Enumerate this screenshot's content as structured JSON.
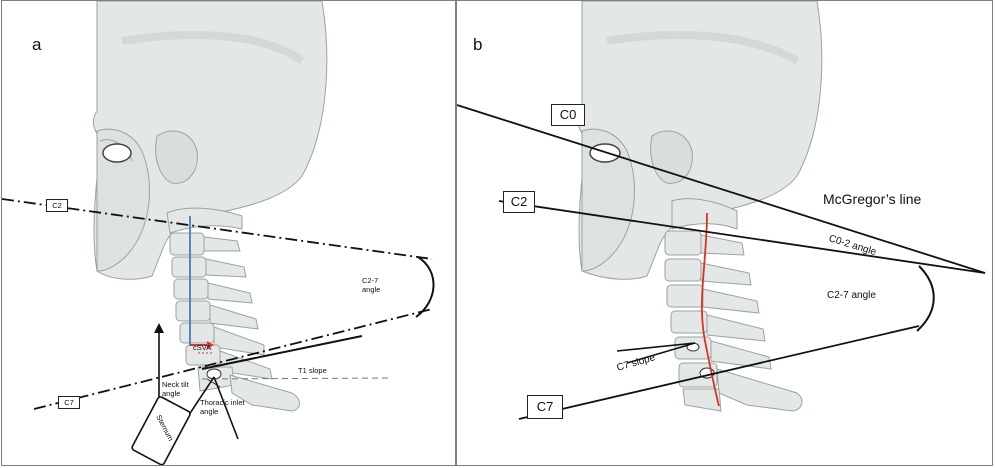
{
  "panel_a": {
    "letter": "a",
    "labels": {
      "c2": "C2",
      "c7": "C7",
      "c2_7_angle": "C2-7 angle",
      "csva": "cSVA",
      "t1_slope": "T1 slope",
      "neck_tilt_angle": "Neck tilt angle",
      "thoracic_inlet_angle": "Thoracic inlet angle",
      "sternum": "Sternum"
    }
  },
  "panel_b": {
    "letter": "b",
    "labels": {
      "c0": "C0",
      "c2": "C2",
      "c7": "C7",
      "mcgregors_line": "McGregor’s line",
      "c0_2_angle": "C0-2 angle",
      "c2_7_angle": "C2-7 angle",
      "c7_slope": "C7 slope"
    }
  },
  "colors": {
    "bone_fill": "#e3e7e6",
    "bone_stroke": "#9aa3a2",
    "bone_shadow": "#c8cfce",
    "plumb_line": "#4a79c4",
    "csva_arrow": "#d43a2a",
    "spine_curve": "#e03020",
    "lines": "#111111"
  }
}
